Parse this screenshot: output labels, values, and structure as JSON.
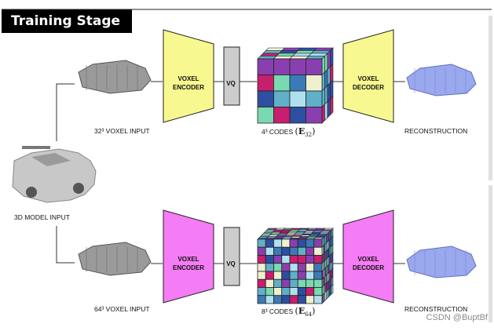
{
  "title": "Training Stage 1",
  "input_label": "3D MODEL INPUT",
  "rows": [
    {
      "voxel_input_label": "32³ VOXEL INPUT",
      "encoder_label": [
        "VOXEL",
        "ENCODER"
      ],
      "vq_label": "VQ",
      "codes_prefix": "4³ CODES",
      "codes_symbol": "E",
      "codes_sub": "32",
      "decoder_label": [
        "VOXEL",
        "DECODER"
      ],
      "output_label": "RECONSTRUCTION",
      "grid": 4,
      "color": "#f8f890"
    },
    {
      "voxel_input_label": "64³ VOXEL INPUT",
      "encoder_label": [
        "VOXEL",
        "ENCODER"
      ],
      "vq_label": "VQ",
      "codes_prefix": "8³ CODES",
      "codes_symbol": "E",
      "codes_sub": "64",
      "decoder_label": [
        "VOXEL",
        "DECODER"
      ],
      "output_label": "RECONSTRUCTION",
      "grid": 8,
      "color": "#f47cf4"
    }
  ],
  "watermark": "CSDN @BuptBf",
  "colors": {
    "palette": [
      "#5fb0c8",
      "#3a7ab8",
      "#7ad9b0",
      "#c81e6e",
      "#8a3fb0",
      "#f0f0d0",
      "#b0e0f0",
      "#2d4fa0"
    ],
    "vq": "#cccccc",
    "voxel_car": "#9a9a9a",
    "recon_car": "#9aa8ee"
  }
}
